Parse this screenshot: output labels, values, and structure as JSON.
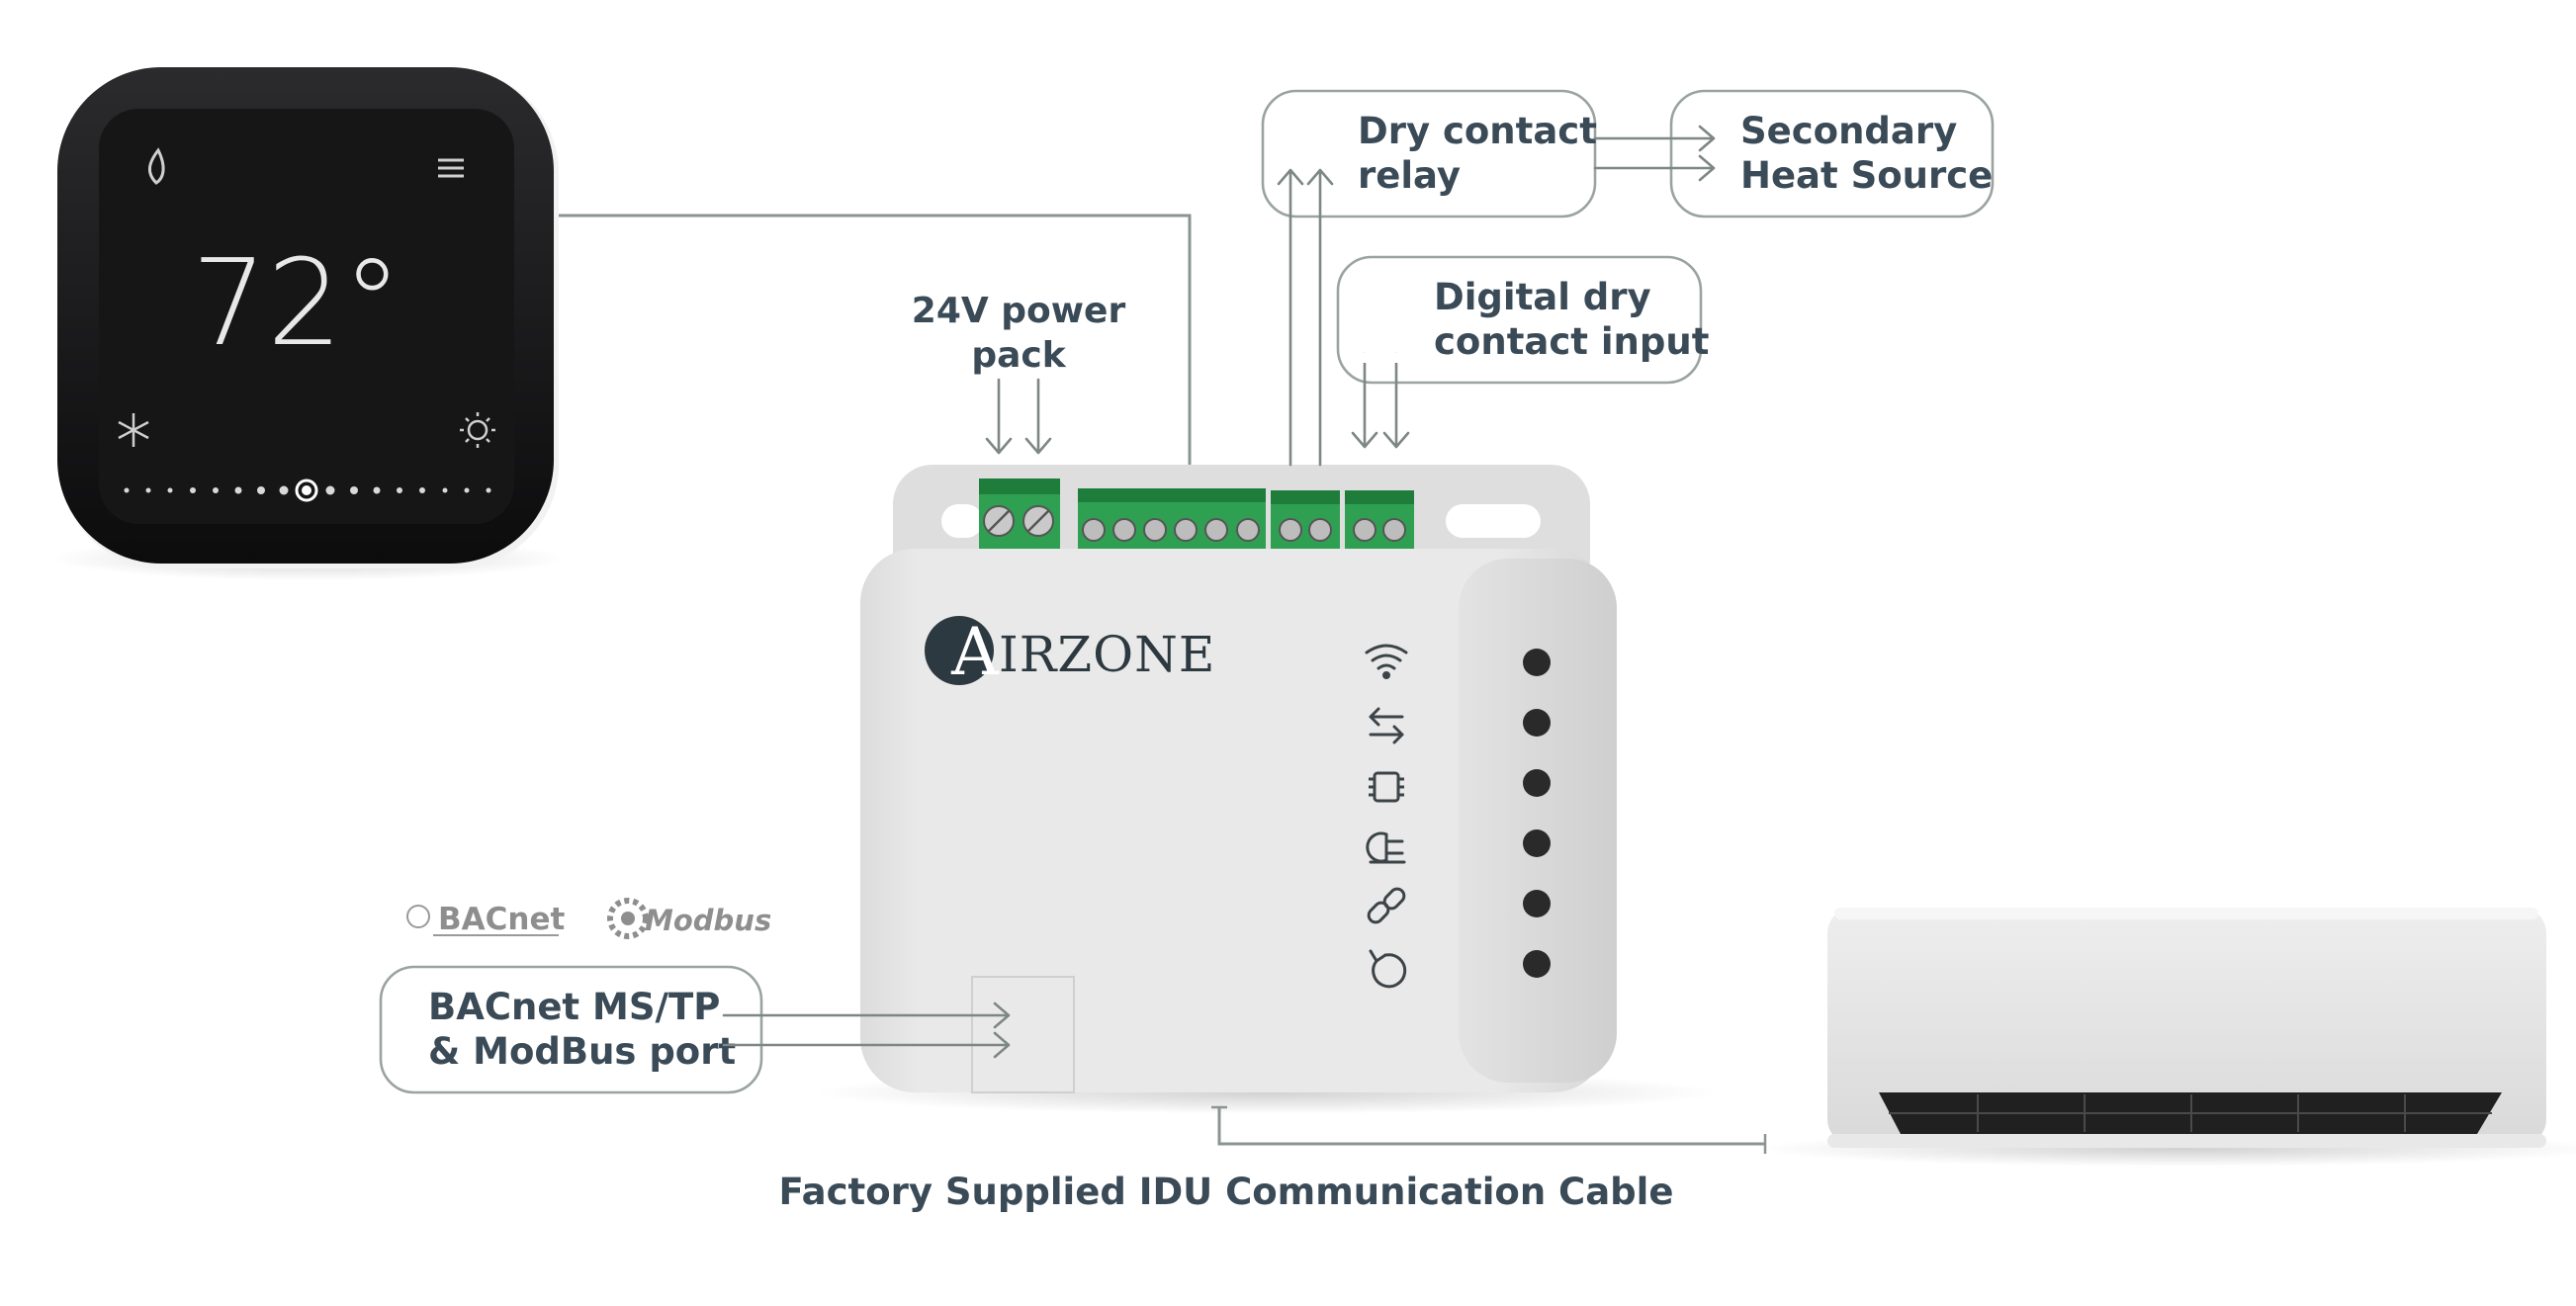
{
  "labels": {
    "power": [
      "24V power",
      "pack"
    ],
    "relay": [
      "Dry contact",
      "relay"
    ],
    "heat": [
      "Secondary",
      "Heat Source"
    ],
    "input": [
      "Digital dry",
      "contact input"
    ],
    "port": [
      "BACnet MS/TP",
      "& ModBus port"
    ],
    "cable": "Factory Supplied IDU Communication Cable"
  },
  "thermostat": {
    "temperature": "72°"
  },
  "device": {
    "brand_initial": "A",
    "brand_rest": "IRZONE"
  },
  "logos": {
    "bacnet": "BACnet",
    "modbus": "Modbus"
  },
  "status_icons": [
    "wifi-icon",
    "transfer-arrows-icon",
    "chip-icon",
    "power-plug-icon",
    "link-icon",
    "reset-icon"
  ],
  "colors": {
    "label_text": "#3a4a56",
    "terminal_green": "#2fa052",
    "thermostat_body": "#1c1c1e",
    "device_body": "#e6e6e6",
    "led": "#2a2a2a"
  }
}
